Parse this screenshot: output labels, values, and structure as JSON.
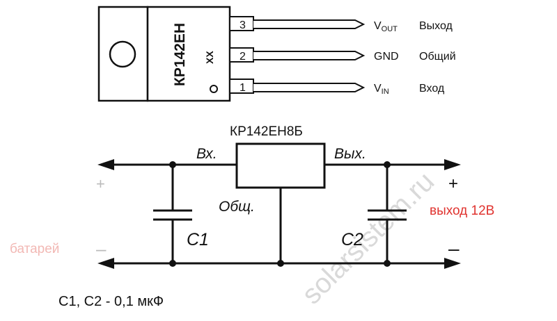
{
  "package": {
    "marking": "КР142ЕН",
    "suffix": "ХХ",
    "pins": [
      {
        "number": "3",
        "name_main": "V",
        "name_sub": "OUT",
        "desc": "Выход"
      },
      {
        "number": "2",
        "name_main": "GND",
        "name_sub": "",
        "desc": "Общий"
      },
      {
        "number": "1",
        "name_main": "V",
        "name_sub": "IN",
        "desc": "Вход"
      }
    ]
  },
  "circuit": {
    "chip_name": "КР142ЕН8Б",
    "in_label": "Вх.",
    "out_label": "Вых.",
    "gnd_label": "Общ.",
    "c1_label": "С1",
    "c2_label": "С2",
    "left_plus": "+",
    "left_minus": "–",
    "right_plus": "+",
    "right_minus": "–",
    "battery_text": "батарей",
    "output_text": "выход 12В",
    "note": "С1, С2 - 0,1 мкФ"
  },
  "watermark": "solarsistem.ru",
  "colors": {
    "ink": "#111111",
    "accent_red": "#e0332f",
    "watermark": "#d9d9d9"
  }
}
